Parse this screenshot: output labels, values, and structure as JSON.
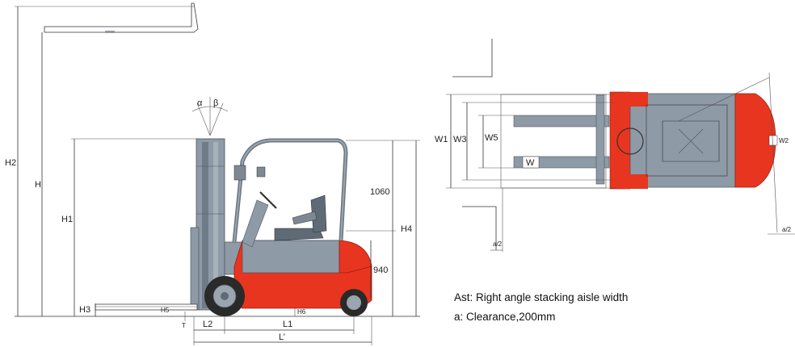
{
  "side_view": {
    "labels": {
      "h2": "H2",
      "h": "H",
      "h1": "H1",
      "h3": "H3",
      "h4": "H4",
      "h5": "H5",
      "h6": "H6",
      "t": "T",
      "l1": "L1",
      "l2": "L2",
      "l_total": "L’",
      "alpha": "α",
      "beta": "β",
      "dim_1060": "1060",
      "dim_940": "940"
    },
    "colors": {
      "body": "#e8351f",
      "frame": "#8e9aa6",
      "frame_dark": "#5e6b77",
      "tyre": "#2a2a2a"
    }
  },
  "top_view": {
    "labels": {
      "w1": "W1",
      "w3": "W3",
      "w5": "W5",
      "w": "W",
      "w2": "W2",
      "a2_left": "a/2",
      "a2_right": "a/2"
    }
  },
  "notes": {
    "ast": "Ast:  Right angle stacking aisle width",
    "a": "a: Clearance,200mm"
  }
}
